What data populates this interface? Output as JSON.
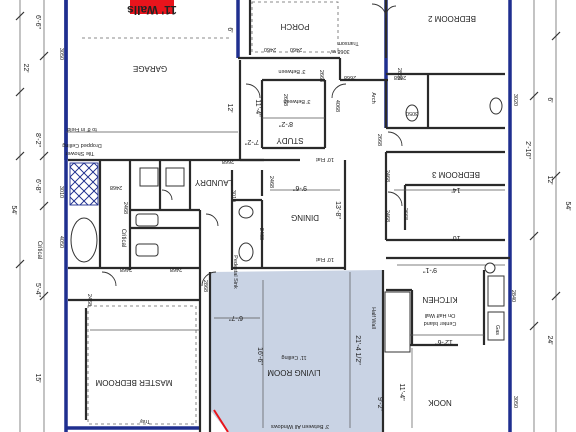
{
  "banner": {
    "text": "11' Walls",
    "color": "#e8141c"
  },
  "rooms": {
    "garage": "GARAGE",
    "porch": "PORCH",
    "bedroom2": "BEDROOM 2",
    "study": "STUDY",
    "laundry": "LAUNDRY",
    "bedroom3": "BEDROOM 3",
    "dining": "DINING",
    "kitchen": "KITCHEN",
    "master_bedroom": "MASTER BEDROOM",
    "living_room": "LIVING ROOM",
    "nook": "NOOK"
  },
  "notes": {
    "tile_shower": "Tile Shower",
    "dropped_ceiling": "Dropped Ceiling",
    "to_8_in_field": "to 8' in Field",
    "porch_between": "3' Between",
    "transom": "Transom",
    "study_between": "3' Between",
    "flat_10_top": "10' Flat",
    "flat_10_bottom": "10' Flat",
    "pedestal_sink": "Pedestal Sink",
    "center_island": "Center Island",
    "on_half_wall": "On Half Wall",
    "living_ceiling": "11' Ceiling",
    "windows_between": "3' Between All Windows",
    "tray": "Tray",
    "half_wall": "Half Wall",
    "critical_1": "Critical",
    "critical_2": "Critical",
    "arch": "Arch",
    "gas": "Gas"
  },
  "door_codes": {
    "d1": "3068 w/",
    "d2": "2460",
    "d3": "2460",
    "d4": "2668",
    "d5": "4068",
    "d6": "2668",
    "d7": "2668",
    "d8": "2668",
    "d9": "2668",
    "d10": "2468",
    "d11": "2468",
    "d12": "2468",
    "d13": "2468",
    "d14": "2468",
    "d15": "2668",
    "d16": "2468",
    "d17": "2468",
    "d18": "2468",
    "d19": "2840",
    "d20": "3050",
    "d21": "3050",
    "d22": "3050",
    "d23": "3010",
    "d24": "3010",
    "d25": "4050",
    "d26": "3020",
    "d27": "2468",
    "d28": "2868",
    "d29": "2868",
    "d30": "2668"
  },
  "dimensions": {
    "left_22": "22'",
    "left_54": "54'",
    "left_8_2": "8'-2\"",
    "left_6_8": "6'-8\"",
    "left_5_4": "5'-4\"",
    "left_15": "15'",
    "top_6_6": "6'-6\"",
    "top_6": "6'",
    "top_12": "12'",
    "dining_9_6": "9'-6\"",
    "dining_13": "13'-8\"",
    "study_11_4": "11'-4\"",
    "study_8": "8'-2\"",
    "study_7": "7'-2\"",
    "living_16_6": "16'-6\"",
    "living_21": "21'-4 1/2\"",
    "living_6_7": "6'-7\"",
    "kitchen_12_6": "12'-6\"",
    "kitchen_9_1": "9'-1\"",
    "right_54": "54'",
    "right_24": "24'",
    "right_12": "12'",
    "right_6": "6'",
    "right_2_10": "2'-10\"",
    "nook_11_4": "11'-4\"",
    "nook_9_2": "9'-2\"",
    "bed3_14": "14'",
    "bed3_10": "10'"
  },
  "colors": {
    "wall": "#2a2a2a",
    "exterior_wall": "#1f2f8f",
    "living_fill": "#c9d3e4",
    "tile": "#1f2f8f",
    "critical": "#e8141c"
  }
}
